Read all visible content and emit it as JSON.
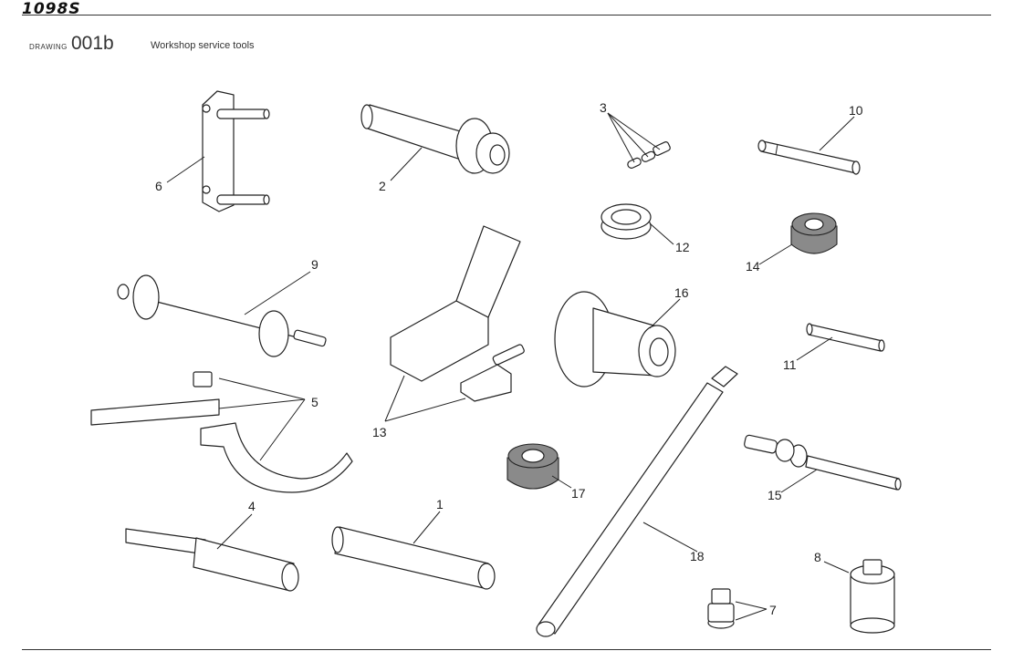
{
  "header": {
    "logo": "1098S"
  },
  "drawing": {
    "label": "DRAWING",
    "number": "001b",
    "title": "Workshop service tools"
  },
  "callouts": [
    "1",
    "2",
    "3",
    "4",
    "5",
    "6",
    "7",
    "8",
    "9",
    "10",
    "11",
    "12",
    "13",
    "14",
    "15",
    "16",
    "17",
    "18"
  ]
}
